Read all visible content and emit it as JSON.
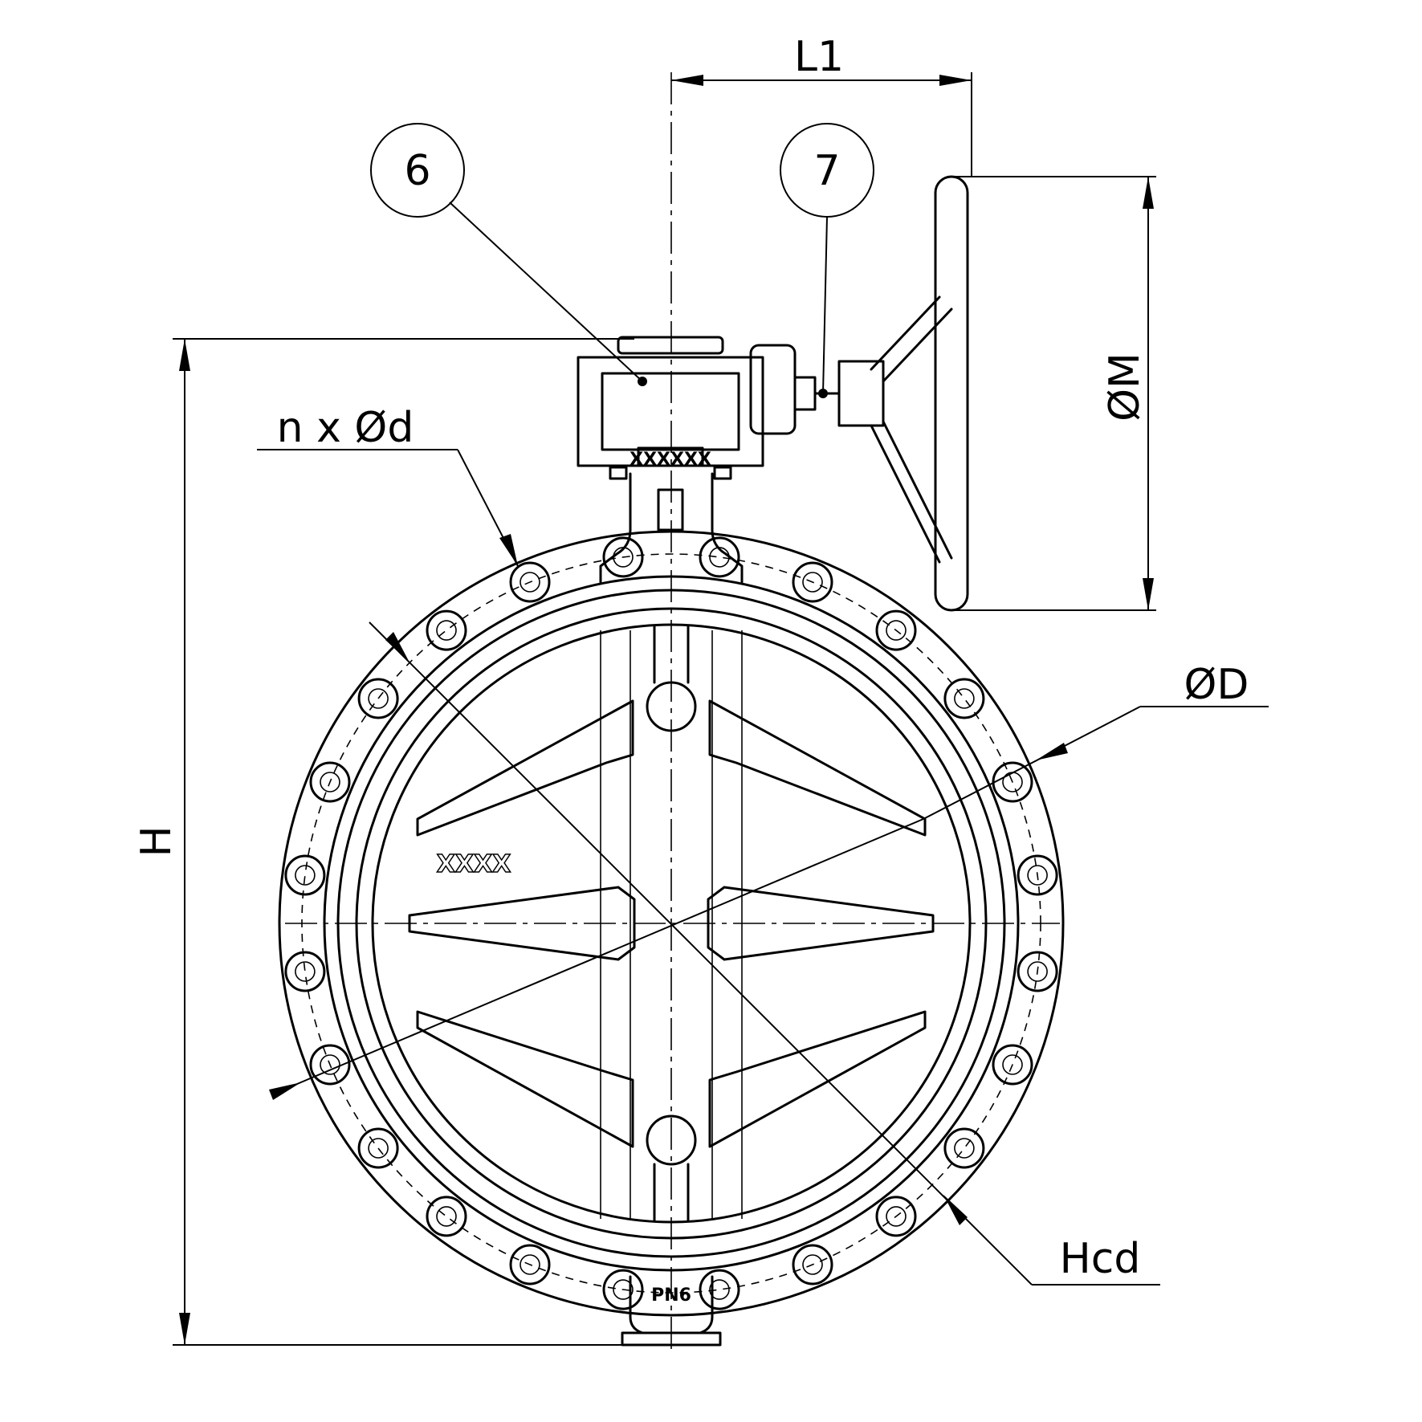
{
  "labels": {
    "l1": "L1",
    "balloon_6": "6",
    "balloon_7": "7",
    "m": "ØM",
    "bolts": "n x Ød",
    "d": "ØD",
    "h": "H",
    "hcd": "Hcd",
    "plate": "XXXXXX",
    "disc_mark": "XXXX",
    "pn": "PN6"
  }
}
